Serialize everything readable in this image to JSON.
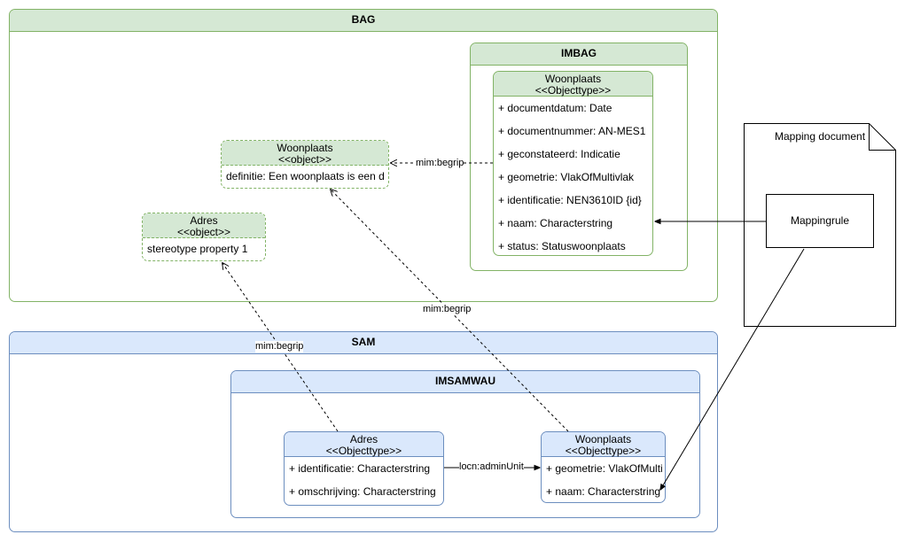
{
  "packages": {
    "bag": "BAG",
    "imbag": "IMBAG",
    "sam": "SAM",
    "imsamwau": "IMSAMWAU"
  },
  "classes": {
    "woonplaats_imbag": {
      "name": "Woonplaats",
      "stereotype": "<<Objecttype>>",
      "attributes": [
        "+ documentdatum: Date",
        "+ documentnummer: AN-MES1",
        "+ geconstateerd: Indicatie",
        "+ geometrie: VlakOfMultivlak",
        "+ identificatie: NEN3610ID {id}",
        "+ naam: Characterstring",
        "+ status: Statuswoonplaats"
      ]
    },
    "woonplaats_bag": {
      "name": "Woonplaats",
      "stereotype": "<<object>>",
      "attributes": [
        "definitie: Een woonplaats is een d"
      ]
    },
    "adres_bag": {
      "name": "Adres",
      "stereotype": "<<object>>",
      "attributes": [
        "stereotype property 1"
      ]
    },
    "adres_sam": {
      "name": "Adres",
      "stereotype": "<<Objecttype>>",
      "attributes": [
        "+ identificatie: Characterstring",
        "+ omschrijving: Characterstring"
      ]
    },
    "woonplaats_sam": {
      "name": "Woonplaats",
      "stereotype": "<<Objecttype>>",
      "attributes": [
        "+ geometrie: VlakOfMulti",
        "+ naam: Characterstring"
      ]
    }
  },
  "note": {
    "title": "Mapping document",
    "rule": "Mappingrule"
  },
  "edges": {
    "begrip1": "mim:begrip",
    "begrip2": "mim:begrip",
    "begrip3": "mim:begrip",
    "adminunit": "locn:adminUnit"
  }
}
